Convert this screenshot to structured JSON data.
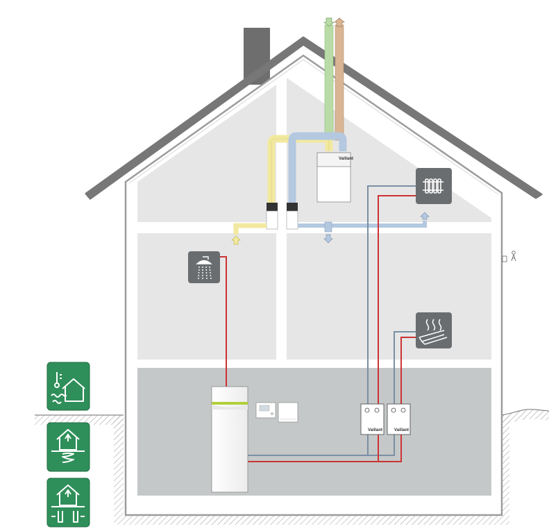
{
  "brand": {
    "name": "Vaillant",
    "labels": [
      "Vaillant",
      "Vaillant",
      "Vaillant"
    ]
  },
  "colors": {
    "roof": "#777777",
    "house_outline": "#9a9a9a",
    "upper_rooms": "#e6e6e6",
    "basement": "#c5c8c8",
    "green_brand": "#2f8f5a",
    "flow_pipe": "#cc3333",
    "return_pipe": "#7a8fa3",
    "supply_air": "#f2e9a0",
    "extract_air": "#b4c8e0",
    "outdoor_air": "#b9dca6",
    "exhaust_air": "#d9b594",
    "ground_hatch": "#999999"
  },
  "icons": {
    "side_panel": [
      "heat-pump-air-to-water-icon",
      "ground-collector-heat-pump-icon",
      "ground-probe-heat-pump-icon"
    ],
    "rooms": [
      "radiator-icon",
      "underfloor-heating-icon",
      "shower-icon"
    ]
  }
}
